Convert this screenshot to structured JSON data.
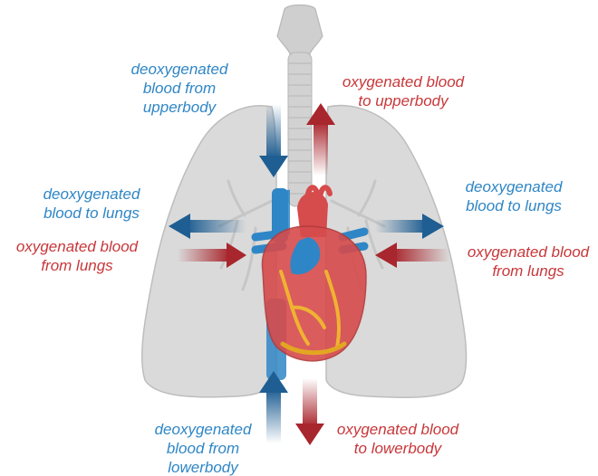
{
  "labels": {
    "deoxy_upperbody": "deoxygenated\nblood from\nupperbody",
    "oxy_upperbody": "oxygenated blood\nto upperbody",
    "deoxy_to_lungs_left": "deoxygenated\nblood to lungs",
    "oxy_from_lungs_left": "oxygenated blood\nfrom lungs",
    "deoxy_to_lungs_right": "deoxygenated\nblood to lungs",
    "oxy_from_lungs_right": "oxygenated blood\nfrom lungs",
    "deoxy_lowerbody": "deoxygenated\nblood from\nlowerbody",
    "oxy_lowerbody": "oxygenated blood\nto lowerbody"
  },
  "colors": {
    "deoxygenated": "#2f86c6",
    "oxygenated": "#c8373a",
    "deoxy_arrow": "#1f5e92",
    "oxy_arrow": "#a8262d",
    "lung_fill": "#dadada",
    "trachea_fill": "#cfcfcf",
    "heart_fill": "#d64b4b"
  },
  "icons": {
    "lungs": "lungs-icon",
    "trachea": "trachea-icon",
    "heart": "heart-icon"
  }
}
